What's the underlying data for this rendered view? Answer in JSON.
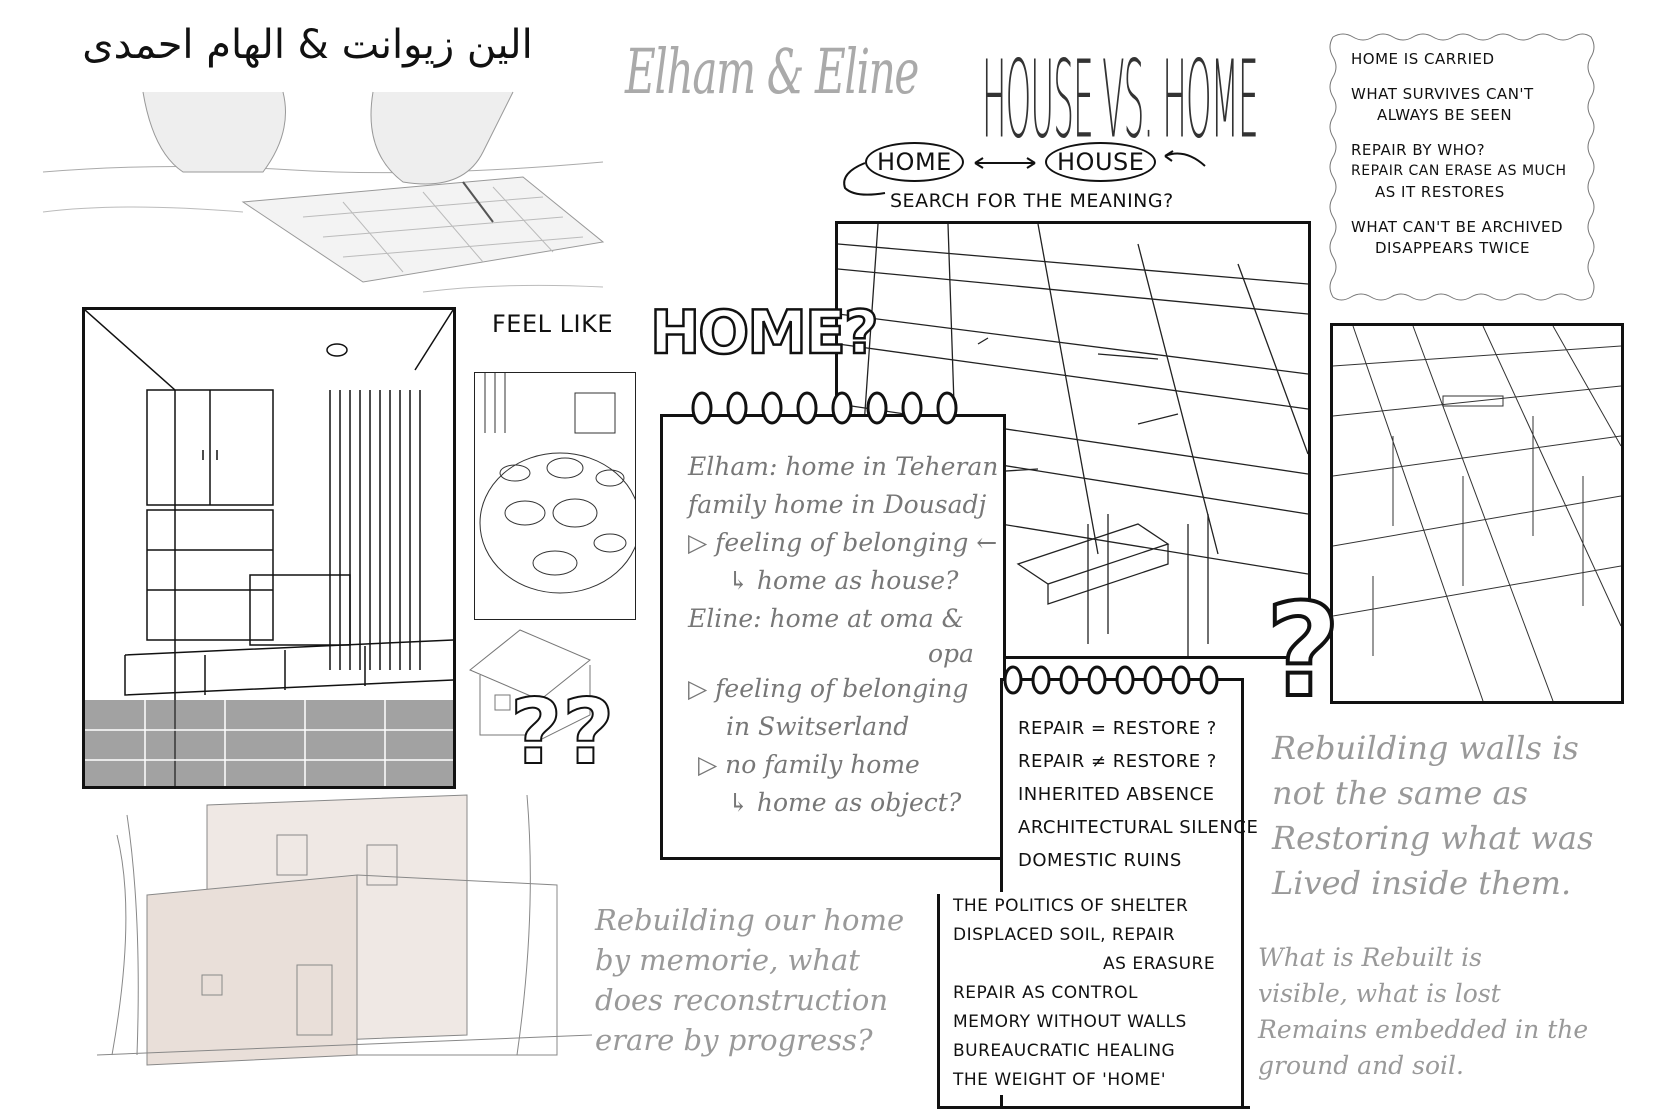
{
  "title_arabic": "الين زيوانت & الهام احمدى",
  "title_names": "Elham & Eline",
  "title_main": "HOUSE VS. HOME",
  "quote_box": {
    "lines": [
      "HOME IS CARRIED",
      "WHAT SURVIVES CAN'T",
      "ALWAYS BE SEEN",
      "REPAIR BY WHO?",
      "REPAIR CAN ERASE AS MUCH",
      "AS IT RESTORES",
      "WHAT CAN'T BE ARCHIVED",
      "DISAPPEARS TWICE"
    ]
  },
  "diagram": {
    "left_bubble": "HOME",
    "right_bubble": "HOUSE",
    "caption": "SEARCH FOR THE MEANING?"
  },
  "feel_like": {
    "small": "FEEL LIKE",
    "big": "HOME?"
  },
  "notepad_left": {
    "lines": [
      "Elham: home in Teheran",
      "family home in Dousadj",
      "▷ feeling of belonging ←",
      "↳ home as house?",
      "Eline: home at oma &",
      "opa",
      "▷ feeling of belonging",
      "in Switserland",
      "▷ no family home",
      "↳ home as object?"
    ]
  },
  "notepad_right": {
    "lines_top": [
      "REPAIR = RESTORE ?",
      "REPAIR ≠ RESTORE ?",
      "INHERITED ABSENCE",
      "ARCHITECTURAL SILENCE",
      "DOMESTIC RUINS"
    ],
    "lines_bottom": [
      "THE POLITICS OF SHELTER",
      "DISPLACED SOIL, REPAIR",
      "AS ERASURE",
      "REPAIR AS CONTROL",
      "MEMORY WITHOUT WALLS",
      "BUREAUCRATIC HEALING",
      "THE WEIGHT OF 'HOME'"
    ]
  },
  "pencil_notes": {
    "rebuilding_home": [
      "Rebuilding our home",
      "by memorie, what",
      "does reconstruction",
      "erare by progress?"
    ],
    "rebuilding_walls": [
      "Rebuilding walls is",
      "not the same as",
      "Restoring what was",
      "Lived inside them."
    ],
    "what_is_rebuilt": [
      "What is Rebuilt is",
      "visible, what is lost",
      "Remains embedded in the",
      "ground and soil."
    ]
  },
  "marks": {
    "big_question": "?",
    "small_questions": "??"
  }
}
